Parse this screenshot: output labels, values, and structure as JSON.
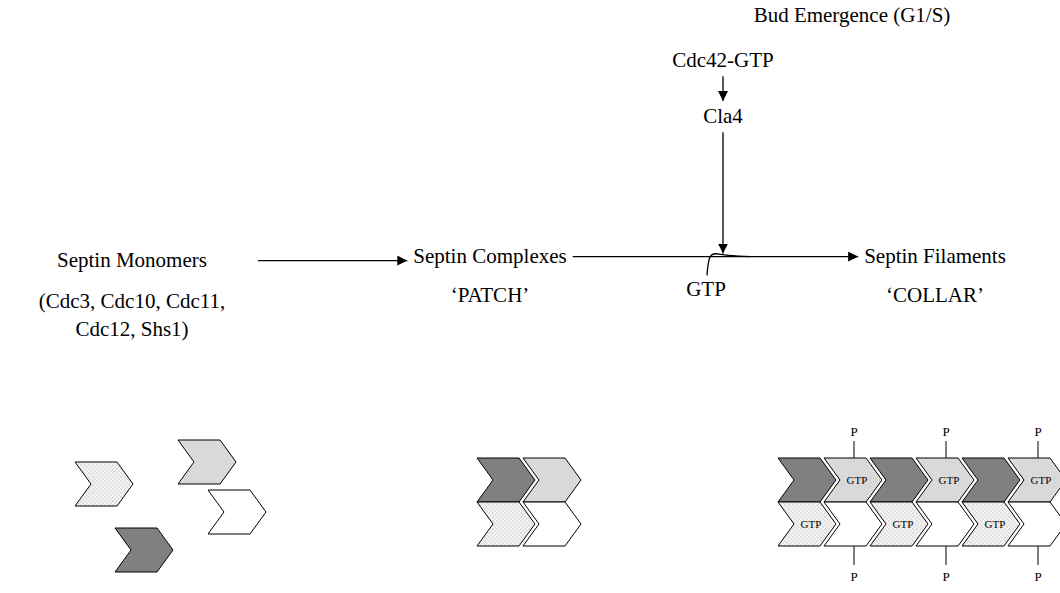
{
  "diagram": {
    "title": "Bud Emergence  (G1/S)",
    "nodes": [
      {
        "text": [
          "Cdc42-GTP"
        ]
      },
      {
        "text": [
          "Cla4"
        ]
      },
      {
        "text": [
          "Septin Monomers",
          "(Cdc3, Cdc10, Cdc11, Cdc12, Shs1)"
        ]
      },
      {
        "text": [
          "Septin Complexes",
          "‘PATCH’"
        ]
      },
      {
        "text": [
          "Septin Filaments",
          "‘COLLAR’"
        ]
      }
    ],
    "edges": [
      {
        "from": 0,
        "to": 1,
        "arrow": "to"
      },
      {
        "from": 2,
        "to": 3,
        "arrow": "to"
      },
      {
        "from": 3,
        "to": 4,
        "arrow": "to"
      }
    ],
    "labels": [
      "GTP",
      "GTP",
      "GTP",
      "GTP",
      "GTP",
      "GTP",
      "GTP",
      "P",
      "P",
      "P",
      "P",
      "P",
      "P"
    ]
  }
}
